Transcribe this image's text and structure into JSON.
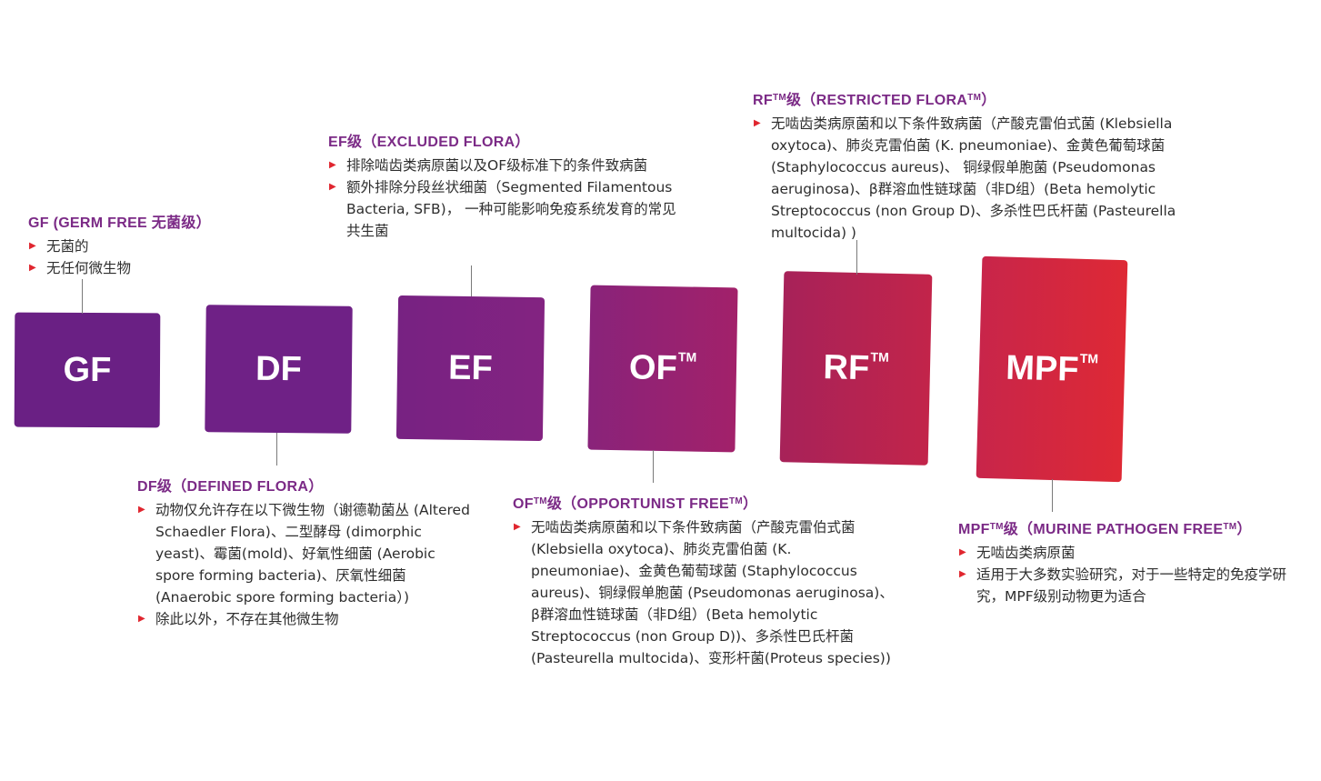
{
  "cards": [
    {
      "id": "gf",
      "base": "GF",
      "tm": "",
      "color": "#6a2084"
    },
    {
      "id": "df",
      "base": "DF",
      "tm": "",
      "color": "#6f2186"
    },
    {
      "id": "ef",
      "base": "EF",
      "tm": "",
      "color": "#7b2282"
    },
    {
      "id": "of",
      "base": "OF",
      "tm": "TM",
      "color": "#97226f"
    },
    {
      "id": "rf",
      "base": "RF",
      "tm": "TM",
      "color": "#b4224f"
    },
    {
      "id": "mpf",
      "base": "MPF",
      "tm": "TM",
      "color": "#d72738"
    }
  ],
  "accent_color": "#7b2a86",
  "bullet_color": "#e0262f",
  "sections": {
    "gf": {
      "heading": "GF (GERM FREE 无菌级）",
      "items": [
        "无菌的",
        "无任何微生物"
      ]
    },
    "df": {
      "heading": "DF级（DEFINED FLORA）",
      "items": [
        "动物仅允许存在以下微生物（谢德勒菌丛 (Altered Schaedler Flora)、二型酵母 (dimorphic yeast)、霉菌(mold)、好氧性细菌 (Aerobic spore forming bacteria)、厌氧性细菌 (Anaerobic spore forming bacteria）)",
        "除此以外，不存在其他微生物"
      ]
    },
    "ef": {
      "heading": "EF级（EXCLUDED FLORA）",
      "items": [
        "排除啮齿类病原菌以及OF级标准下的条件致病菌",
        "额外排除分段丝状细菌（Segmented Filamentous Bacteria, SFB)， 一种可能影响免疫系统发育的常见共生菌"
      ]
    },
    "of": {
      "heading_base": "OF",
      "heading_tm": "TM",
      "heading_rest": "级（OPPORTUNIST FREE",
      "heading_tm2": "TM",
      "heading_end": "）",
      "items": [
        "无啮齿类病原菌和以下条件致病菌（产酸克雷伯式菌(Klebsiella oxytoca)、肺炎克雷伯菌 (K. pneumoniae)、金黄色葡萄球菌 (Staphylococcus aureus)、铜绿假单胞菌 (Pseudomonas aeruginosa)、β群溶血性链球菌（非D组）(Beta hemolytic Streptococcus (non Group D))、多杀性巴氏杆菌 (Pasteurella multocida)、变形杆菌(Proteus species))"
      ]
    },
    "rf": {
      "heading_base": "RF",
      "heading_tm": "TM",
      "heading_rest": "级（RESTRICTED FLORA",
      "heading_tm2": "TM",
      "heading_end": "）",
      "items": [
        "无啮齿类病原菌和以下条件致病菌（产酸克雷伯式菌 (Klebsiella oxytoca)、肺炎克雷伯菌 (K. pneumoniae)、金黄色葡萄球菌 (Staphylococcus aureus)、 铜绿假单胞菌 (Pseudomonas aeruginosa)、β群溶血性链球菌（非D组）(Beta hemolytic Streptococcus (non Group D)、多杀性巴氏杆菌 (Pasteurella multocida) )"
      ]
    },
    "mpf": {
      "heading_base": "MPF",
      "heading_tm": "TM",
      "heading_rest": "级（MURINE PATHOGEN FREE",
      "heading_tm2": "TM",
      "heading_end": "）",
      "items": [
        "无啮齿类病原菌",
        "适用于大多数实验研究，对于一些特定的免疫学研究，MPF级别动物更为适合"
      ]
    }
  }
}
